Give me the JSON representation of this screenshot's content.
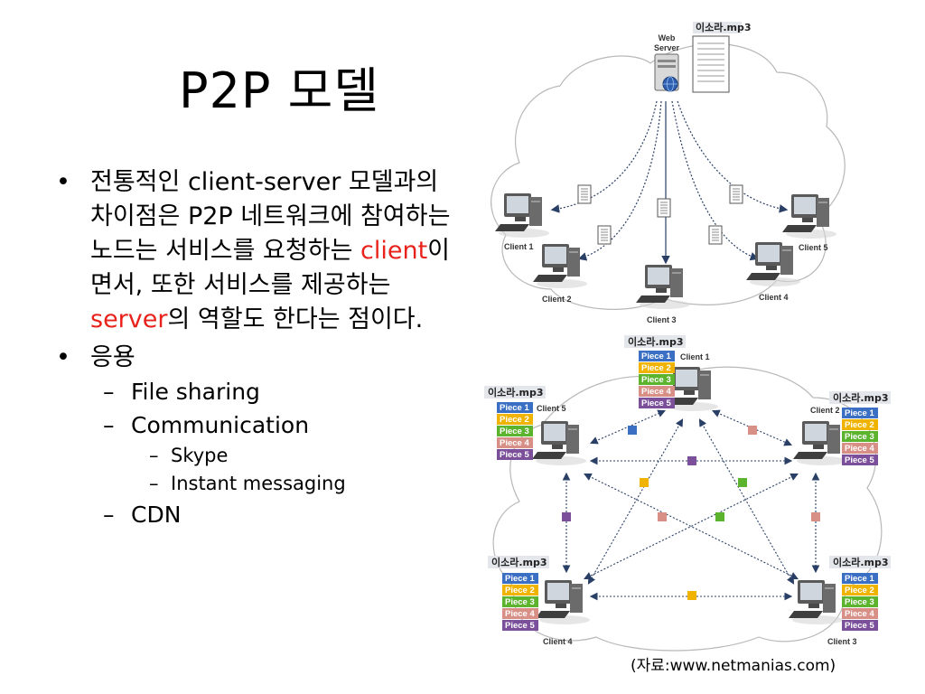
{
  "slide": {
    "title": "P2P 모델",
    "bullet1": {
      "text_a": "전통적인 client-server 모델과의 차이점은 P2P 네트워크에 참여하는 노드는 서비스를 요청하는 ",
      "red_a": "client",
      "text_b": "이면서, 또한 서비스를 제공하는 ",
      "red_b": "server",
      "text_c": "의 역할도 한다는 점이다."
    },
    "bullet2": {
      "label": "응용",
      "items": [
        "File sharing",
        "Communication",
        "CDN"
      ],
      "sub_items": [
        "Skype",
        "Instant messaging"
      ]
    },
    "credit": "(자료:www.netmanias.com)"
  },
  "top_diagram": {
    "server_label_1": "Web",
    "server_label_2": "Server",
    "file": "이소라.mp3",
    "clients": [
      "Client 1",
      "Client 2",
      "Client 3",
      "Client 4",
      "Client 5"
    ]
  },
  "bottom_diagram": {
    "file": "이소라.mp3",
    "clients": [
      "Client 1",
      "Client 2",
      "Client 3",
      "Client 4",
      "Client 5"
    ],
    "pieces": [
      "Piece 1",
      "Piece 2",
      "Piece 3",
      "Piece 4",
      "Piece 5"
    ],
    "piece_colors": [
      "#3a6fc4",
      "#f0b400",
      "#5cb32e",
      "#d88f86",
      "#7b4f9a"
    ]
  }
}
